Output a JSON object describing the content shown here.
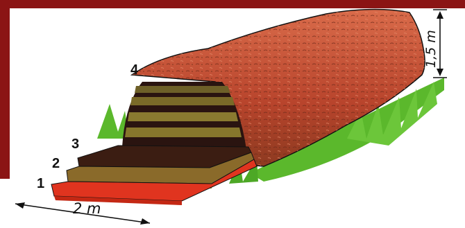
{
  "diagram": {
    "layer_labels": [
      "1",
      "2",
      "3",
      "4"
    ],
    "width_label": "2 m",
    "height_label": "1,5 m",
    "colors": {
      "frame": "#8b1414",
      "base_layer": "#e0341f",
      "second_layer": "#8a6a2a",
      "third_layer": "#3b1d12",
      "outer_cover": "#c85a3a",
      "grass": "#5bb82c",
      "inner_dark": "#2a1410"
    }
  }
}
